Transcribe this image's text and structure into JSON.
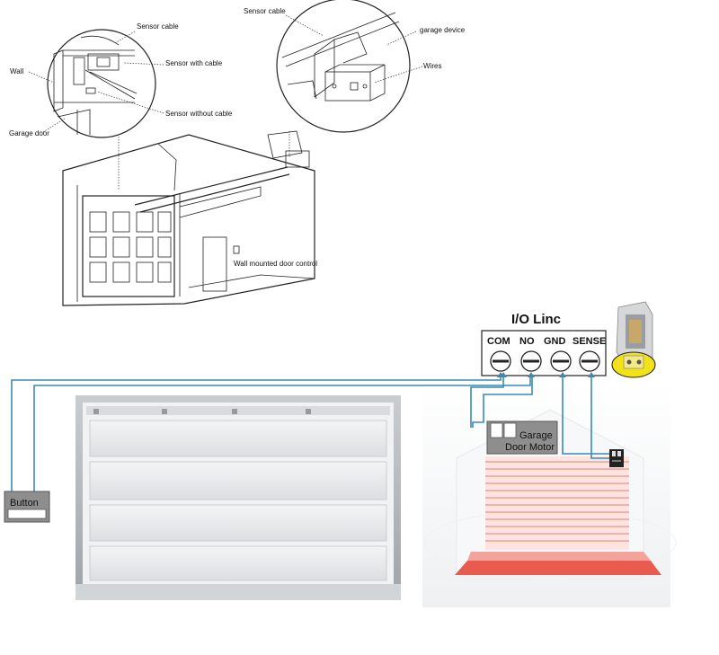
{
  "top_diagram": {
    "labels": {
      "sensor_cable_left": "Sensor cable",
      "wall": "Wall",
      "sensor_with_cable": "Sensor with cable",
      "sensor_without_cable": "Sensor without cable",
      "garage_door": "Garage door",
      "sensor_cable_right": "Sensor cable",
      "garage_device": "garage device",
      "wires": "Wires",
      "wall_control": "Wall mounted door control"
    }
  },
  "wiring": {
    "title": "I/O Linc",
    "terminals": [
      "COM",
      "NO",
      "GND",
      "SENSE"
    ],
    "button_label": "Button",
    "motor_label_line1": "Garage",
    "motor_label_line2": "Door Motor"
  },
  "colors": {
    "wire": "#3a8bb3",
    "highlight": "#f2e21a",
    "door_panel": "#e9ebec",
    "roller_door": "#f4b1a8",
    "floor_red": "#e85b4e",
    "motor_box": "#8e8e8e"
  }
}
